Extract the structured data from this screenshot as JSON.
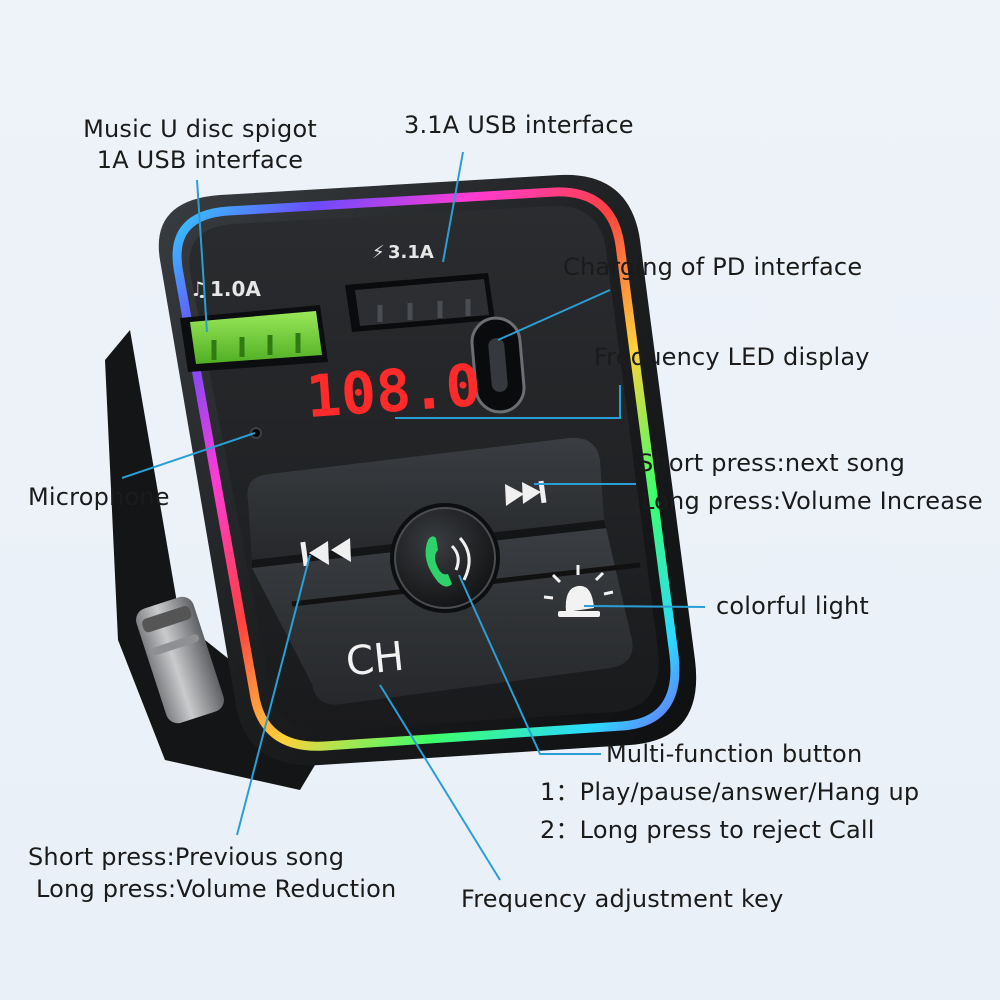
{
  "labels": {
    "music_usb_line1": "Music U disc spigot",
    "music_usb_line2": "1A USB interface",
    "usb_31a": "3.1A USB interface",
    "pd_charging": "Charging of PD interface",
    "led_display": "Frequency LED display",
    "microphone": "Microphone",
    "next_line1": "Short press:next song",
    "next_line2": "Long press:Volume Increase",
    "colorful_light": "colorful light",
    "multi_title": "Multi-function button",
    "multi_item1": "1：Play/pause/answer/Hang up",
    "multi_item2": "2：Long press to reject Call",
    "prev_line1": "Short press:Previous song",
    "prev_line2": "Long press:Volume Reduction",
    "freq_key": "Frequency adjustment key"
  },
  "device": {
    "display_value": "108.0",
    "port1_tag": "1.0A",
    "port2_tag": "3.1A",
    "ch_label": "CH"
  },
  "colors": {
    "leader_line": "#2a9fd6",
    "body": "#1e2022",
    "display_red": "#ff2a2a",
    "usb_green": "#7bd63a"
  }
}
